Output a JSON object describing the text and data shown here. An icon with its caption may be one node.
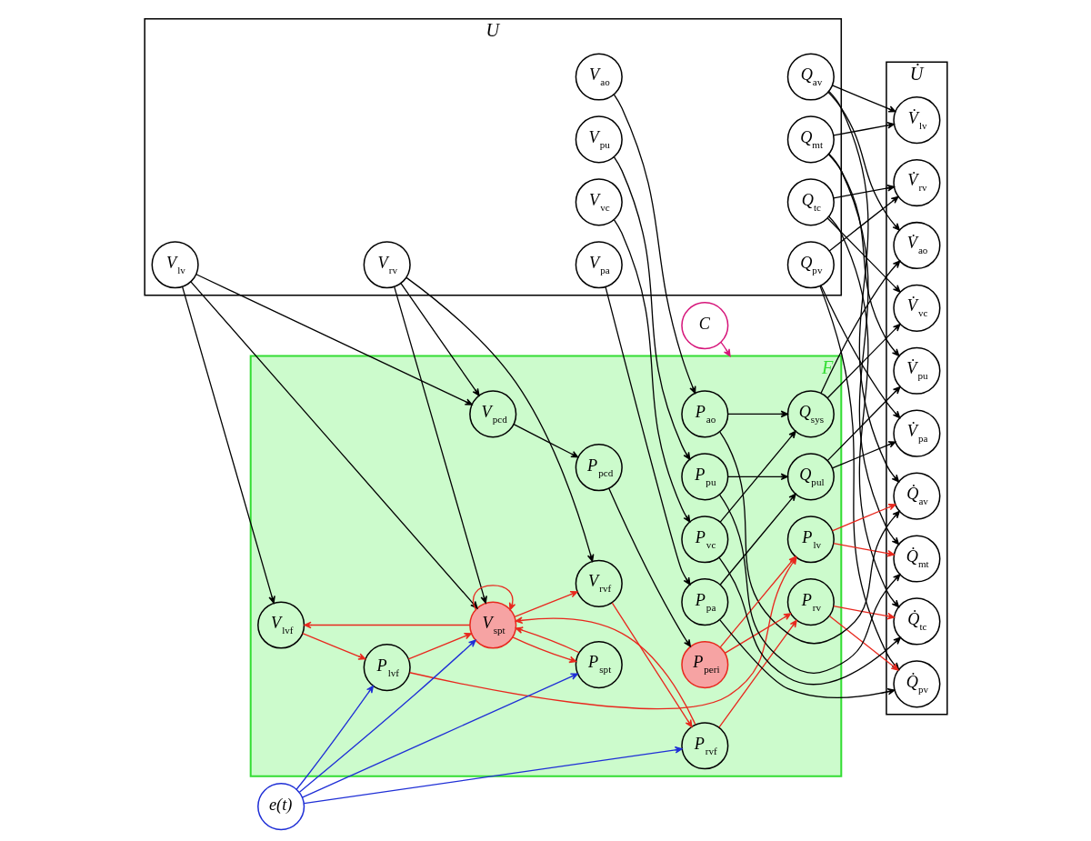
{
  "diagram": {
    "nodes": [
      {
        "text": [
          "U"
        ]
      },
      {
        "text": [
          "Q$_{mt}$"
        ],
        "in": 0
      },
      {
        "text": [
          "Q$_{av}$"
        ],
        "in": 0
      },
      {
        "text": [
          "Q$_{tc}$"
        ],
        "in": 0
      },
      {
        "text": [
          "Q$_{pv}$"
        ],
        "in": 0
      },
      {
        "text": [
          "V$_{lv}$"
        ],
        "in": 0
      },
      {
        "text": [
          "V$_{rv}$"
        ],
        "in": 0
      },
      {
        "text": [
          "V$_{ao}$"
        ],
        "in": 0
      },
      {
        "text": [
          "V$_{vc}$"
        ],
        "in": 0
      },
      {
        "text": [
          "V$_{pa}$"
        ],
        "in": 0
      },
      {
        "text": [
          "V$_{pu}$"
        ],
        "in": 0
      },
      {
        "text": [
          "F"
        ]
      },
      {
        "text": [
          "P$_{lv}$"
        ],
        "in": 11
      },
      {
        "text": [
          "V$_{lvf}$"
        ],
        "in": 11
      },
      {
        "text": [
          "P$_{lvf}$"
        ],
        "in": 11
      },
      {
        "text": [
          "P$_{rv}$"
        ],
        "in": 11
      },
      {
        "text": [
          "V$_{spt}$"
        ],
        "in": 11
      },
      {
        "text": [
          "P$_{spt}$"
        ],
        "in": 11
      },
      {
        "text": [
          "V$_{rvf}$"
        ],
        "in": 11
      },
      {
        "text": [
          "P$_{rvf}$"
        ],
        "in": 11
      },
      {
        "text": [
          "P$_{ao}$"
        ],
        "in": 11
      },
      {
        "text": [
          "Q$_{sys}$"
        ],
        "in": 11
      },
      {
        "text": [
          "V$_{pcd}$"
        ],
        "in": 11
      },
      {
        "text": [
          "P$_{pcd}$"
        ],
        "in": 11
      },
      {
        "text": [
          "P$_{peri}$"
        ],
        "in": 11
      },
      {
        "text": [
          "P$_{vc}$"
        ],
        "in": 11
      },
      {
        "text": [
          "Q$_{pul}$"
        ],
        "in": 11
      },
      {
        "text": [
          "P$_{pa}$"
        ],
        "in": 11
      },
      {
        "text": [
          "P$_{pu}$"
        ],
        "in": 11
      },
      {
        "text": [
          "U̇"
        ]
      },
      {
        "text": [
          "Q̇$_{mt}$"
        ],
        "in": 29
      },
      {
        "text": [
          "Q̇$_{av}$"
        ],
        "in": 29
      },
      {
        "text": [
          "Q̇$_{tc}$"
        ],
        "in": 29
      },
      {
        "text": [
          "Q̇$_{pv}$"
        ],
        "in": 29
      },
      {
        "text": [
          "V̇$_{lv}$"
        ],
        "in": 29
      },
      {
        "text": [
          "V̇$_{rv}$"
        ],
        "in": 29
      },
      {
        "text": [
          "V̇$_{ao}$"
        ],
        "in": 29
      },
      {
        "text": [
          "V̇$_{vc}$"
        ],
        "in": 29
      },
      {
        "text": [
          "V̇$_{pa}$"
        ],
        "in": 29
      },
      {
        "text": [
          "V̇$_{pu}$"
        ],
        "in": 29
      },
      {
        "text": [
          "e(t)"
        ]
      },
      {
        "text": [
          "C"
        ]
      }
    ],
    "edges": [
      {
        "from": 1,
        "to": 30,
        "arrow": "to"
      },
      {
        "from": 2,
        "to": 31,
        "arrow": "to"
      },
      {
        "from": 3,
        "to": 32,
        "arrow": "to"
      },
      {
        "from": 4,
        "to": 33,
        "arrow": "to"
      },
      {
        "from": 1,
        "to": 34,
        "arrow": "to"
      },
      {
        "from": 2,
        "to": 34,
        "arrow": "to"
      },
      {
        "from": 3,
        "to": 35,
        "arrow": "to"
      },
      {
        "from": 4,
        "to": 35,
        "arrow": "to"
      },
      {
        "from": 2,
        "to": 36,
        "arrow": "to"
      },
      {
        "from": 3,
        "to": 37,
        "arrow": "to"
      },
      {
        "from": 4,
        "to": 38,
        "arrow": "to"
      },
      {
        "from": 1,
        "to": 39,
        "arrow": "to"
      },
      {
        "from": 21,
        "to": 36,
        "arrow": "to"
      },
      {
        "from": 21,
        "to": 37,
        "arrow": "to"
      },
      {
        "from": 26,
        "to": 38,
        "arrow": "to"
      },
      {
        "from": 26,
        "to": 39,
        "arrow": "to"
      },
      {
        "from": 12,
        "to": 30,
        "arrow": "to",
        "color": "#e8281e"
      },
      {
        "from": 28,
        "to": 30,
        "arrow": "to"
      },
      {
        "from": 12,
        "to": 31,
        "arrow": "to",
        "color": "#e8281e"
      },
      {
        "from": 20,
        "to": 31,
        "arrow": "to"
      },
      {
        "from": 15,
        "to": 32,
        "arrow": "to",
        "color": "#e8281e"
      },
      {
        "from": 25,
        "to": 32,
        "arrow": "to"
      },
      {
        "from": 15,
        "to": 33,
        "arrow": "to",
        "color": "#e8281e"
      },
      {
        "from": 27,
        "to": 33,
        "arrow": "to"
      },
      {
        "from": 5,
        "to": 13,
        "arrow": "to"
      },
      {
        "from": 5,
        "to": 16,
        "arrow": "to"
      },
      {
        "from": 5,
        "to": 22,
        "arrow": "to"
      },
      {
        "from": 6,
        "to": 16,
        "arrow": "to"
      },
      {
        "from": 6,
        "to": 18,
        "arrow": "to"
      },
      {
        "from": 6,
        "to": 22,
        "arrow": "to"
      },
      {
        "from": 16,
        "to": 16,
        "arrow": "to",
        "color": "#e8281e"
      },
      {
        "from": 16,
        "to": 13,
        "arrow": "to",
        "color": "#e8281e"
      },
      {
        "from": 16,
        "to": 17,
        "arrow": "to",
        "color": "#e8281e"
      },
      {
        "from": 17,
        "to": 16,
        "arrow": "to",
        "color": "#e8281e"
      },
      {
        "from": 16,
        "to": 18,
        "arrow": "to",
        "color": "#e8281e"
      },
      {
        "from": 14,
        "to": 16,
        "arrow": "to",
        "color": "#e8281e"
      },
      {
        "from": 19,
        "to": 16,
        "arrow": "to",
        "color": "#e8281e"
      },
      {
        "from": 13,
        "to": 14,
        "arrow": "to",
        "color": "#e8281e"
      },
      {
        "from": 18,
        "to": 19,
        "arrow": "to",
        "color": "#e8281e"
      },
      {
        "from": 14,
        "to": 12,
        "arrow": "to",
        "color": "#e8281e"
      },
      {
        "from": 19,
        "to": 15,
        "arrow": "to",
        "color": "#e8281e"
      },
      {
        "from": 24,
        "to": 12,
        "arrow": "to",
        "color": "#e8281e"
      },
      {
        "from": 24,
        "to": 15,
        "arrow": "to",
        "color": "#e8281e"
      },
      {
        "from": 22,
        "to": 23,
        "arrow": "to"
      },
      {
        "from": 23,
        "to": 24,
        "arrow": "to"
      },
      {
        "from": 7,
        "to": 20,
        "arrow": "to"
      },
      {
        "from": 8,
        "to": 25,
        "arrow": "to"
      },
      {
        "from": 9,
        "to": 27,
        "arrow": "to"
      },
      {
        "from": 10,
        "to": 28,
        "arrow": "to"
      },
      {
        "from": 20,
        "to": 21,
        "arrow": "to"
      },
      {
        "from": 25,
        "to": 21,
        "arrow": "to"
      },
      {
        "from": 27,
        "to": 26,
        "arrow": "to"
      },
      {
        "from": 28,
        "to": 26,
        "arrow": "to"
      },
      {
        "from": 40,
        "to": 16,
        "arrow": "to",
        "color": "#1f2fd6"
      },
      {
        "from": 40,
        "to": 17,
        "arrow": "to",
        "color": "#1f2fd6"
      },
      {
        "from": 40,
        "to": 14,
        "arrow": "to",
        "color": "#1f2fd6"
      },
      {
        "from": 40,
        "to": 19,
        "arrow": "to",
        "color": "#1f2fd6"
      },
      {
        "from": 41,
        "to": 11,
        "arrow": "to",
        "color": "#d6157a"
      }
    ]
  }
}
